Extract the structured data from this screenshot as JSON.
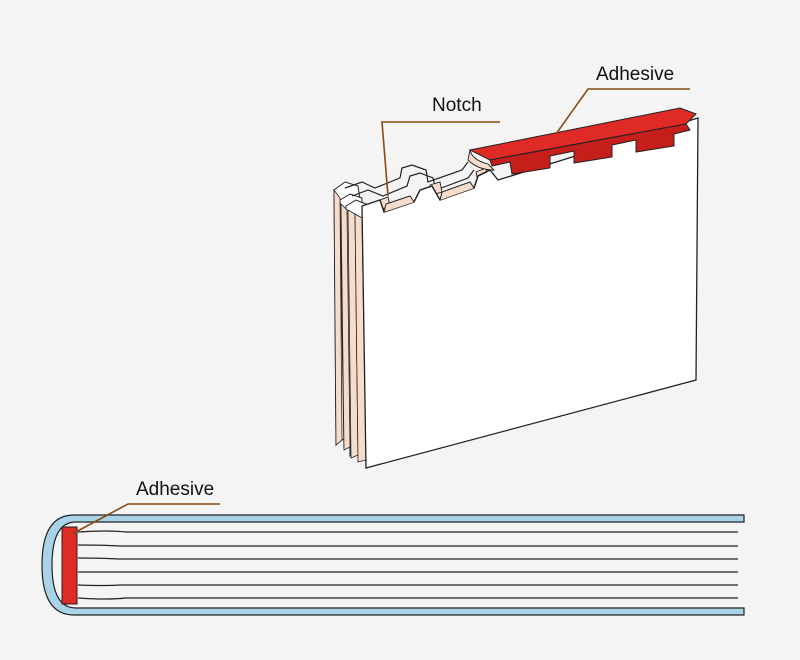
{
  "labels": {
    "notch": "Notch",
    "adhesive_top": "Adhesive",
    "adhesive_bottom": "Adhesive"
  },
  "colors": {
    "background": "#f4f4f4",
    "adhesive": "#e02a26",
    "adhesive_dark": "#c61e1b",
    "page_edge": "#f6dccb",
    "leader_line": "#8a4a12",
    "outline": "#222222",
    "cover": "#a9d3e6"
  }
}
